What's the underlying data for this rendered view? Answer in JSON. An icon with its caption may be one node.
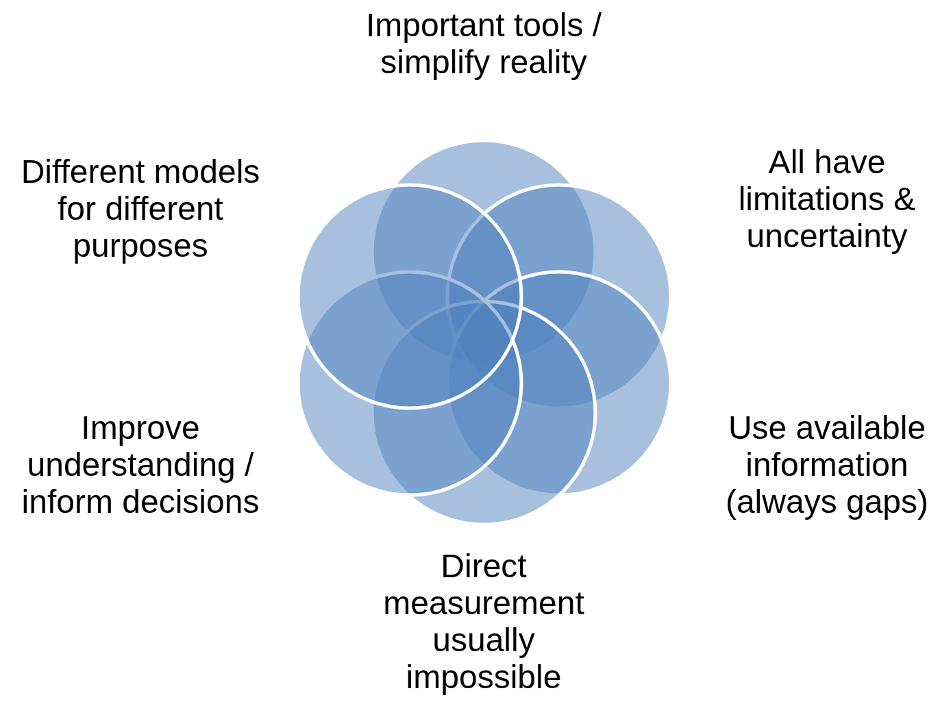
{
  "diagram": {
    "nodes": [
      {
        "text": [],
        "shape": "circle",
        "beside": [
          "Important tools / simplify reality"
        ]
      },
      {
        "text": [],
        "shape": "circle",
        "beside": [
          "All have limitations & uncertainty"
        ]
      },
      {
        "text": [],
        "shape": "circle",
        "beside": [
          "Use available information (always gaps)"
        ]
      },
      {
        "text": [],
        "shape": "circle",
        "beside": [
          "Direct measurement usually impossible"
        ]
      },
      {
        "text": [],
        "shape": "circle",
        "beside": [
          "Improve understanding / inform decisions"
        ]
      },
      {
        "text": [],
        "shape": "circle",
        "beside": [
          "Different models for different purposes"
        ]
      }
    ]
  }
}
